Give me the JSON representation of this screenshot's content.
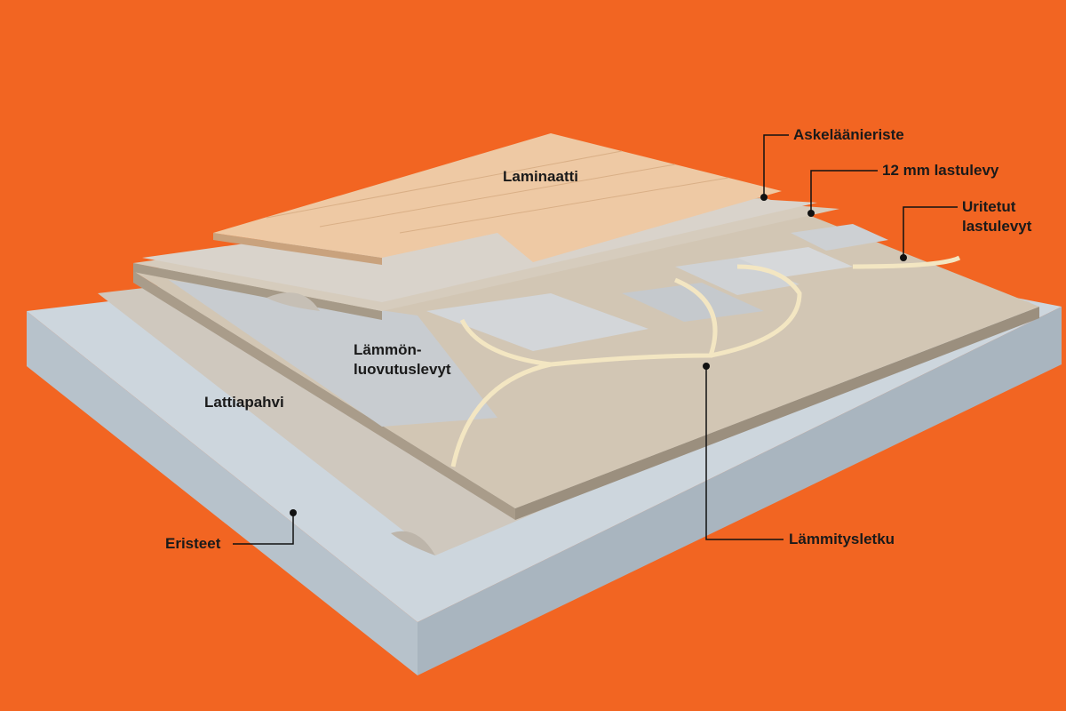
{
  "colors": {
    "background": "#F26522",
    "insulation": "#C9D3DA",
    "board": "#D8CFC3",
    "plate": "#C8CCD0",
    "laminate": "#EBC9A8",
    "pipe": "#F3E6C2"
  },
  "labels": {
    "laminaatti": "Laminaatti",
    "askelaanieriste": "Askeläänieriste",
    "lastulevy12": "12 mm lastulevy",
    "uritetut_1": "Uritetut",
    "uritetut_2": "lastulevyt",
    "lammonluovutus_1": "Lämmön-",
    "lammonluovutus_2": "luovutuslevyt",
    "lattiapahvi": "Lattiapahvi",
    "eristeet": "Eristeet",
    "lammitysletku": "Lämmitysletku"
  }
}
